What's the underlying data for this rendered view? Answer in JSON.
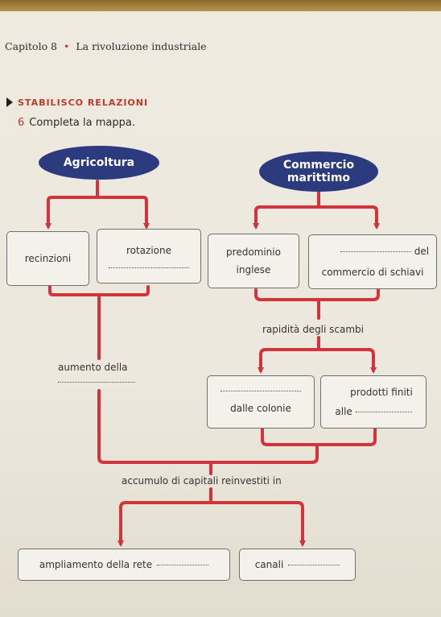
{
  "header": {
    "chapter": "Capitolo 8",
    "separator": "•",
    "title": "La rivoluzione industriale"
  },
  "section": {
    "label": "STABILISCO RELAZIONI"
  },
  "exercise": {
    "number": "6",
    "instruction": "Completa la mappa."
  },
  "map": {
    "agricoltura": "Agricoltura",
    "commercio_line1": "Commercio",
    "commercio_line2": "marittimo",
    "recinzioni": "recinzioni",
    "rotazione": "rotazione",
    "predominio": "predominio",
    "inglese": "inglese",
    "del": "del",
    "commercio_schiavi": "commercio di schiavi",
    "rapidita": "rapidità degli scambi",
    "aumento": "aumento della",
    "dalle_colonie": "dalle colonie",
    "prodotti_finiti": "prodotti finiti",
    "alle": "alle",
    "accumulo": "accumulo di capitali reinvestiti in",
    "ampliamento": "ampliamento della rete",
    "canali": "canali"
  },
  "colors": {
    "arrow": "#d2343c",
    "oval": "#2b3b7e",
    "section": "#c0392b"
  }
}
